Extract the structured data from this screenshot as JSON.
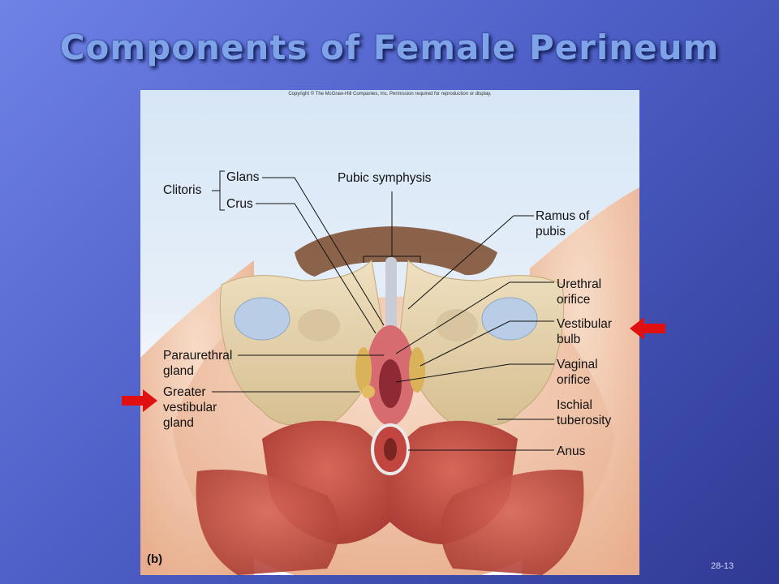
{
  "slide": {
    "title": "Components of Female Perineum",
    "page_number": "28-13"
  },
  "figure": {
    "copyright": "Copyright © The McGraw-Hill Companies, Inc. Permission required for reproduction or display.",
    "panel_letter": "(b)",
    "labels": {
      "clitoris": "Clitoris",
      "glans": "Glans",
      "crus": "Crus",
      "pubic_symphysis": "Pubic symphysis",
      "ramus_of_pubis": "Ramus of\npubis",
      "urethral_orifice": "Urethral\norifice",
      "vestibular_bulb": "Vestibular\nbulb",
      "paraurethral_gland": "Paraurethral\ngland",
      "vaginal_orifice": "Vaginal\norifice",
      "greater_vestibular_gland": "Greater\nvestibular\ngland",
      "ischial_tuberosity": "Ischial\ntuberosity",
      "anus": "Anus"
    }
  },
  "colors": {
    "arrow": "#e01010",
    "bone": "#e6d3ad",
    "muscle": "#c9544a",
    "skin": "#efc3a8"
  },
  "icons": {
    "pointer_arrow_right": "right-arrow-icon",
    "pointer_arrow_left": "left-arrow-icon"
  }
}
